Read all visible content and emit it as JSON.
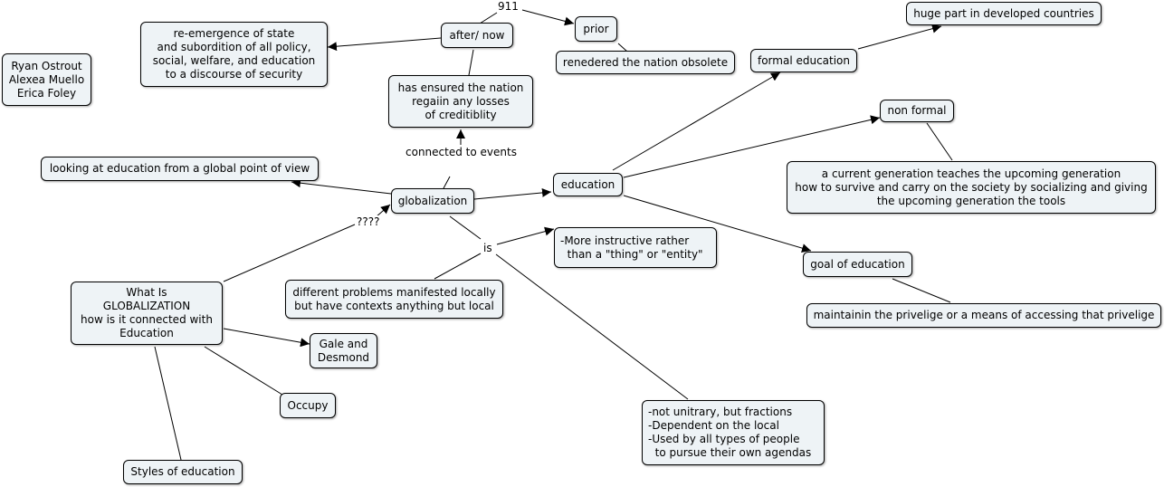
{
  "nodes": {
    "authors": [
      "Ryan Ostrout",
      "Alexea Muello",
      "Erica Foley"
    ],
    "reemergence": [
      "re-emergence of state",
      "and subordition of all policy,",
      "social, welfare, and education",
      "to a discourse of security"
    ],
    "after_now": [
      "after/ now"
    ],
    "prior": [
      "prior"
    ],
    "obsolete": [
      "renedered the nation obsolete"
    ],
    "ensured": [
      "has ensured the nation",
      "regaiin any losses",
      "of creditiblity"
    ],
    "huge_part": [
      "huge part in developed countries"
    ],
    "formal_education": [
      "formal education"
    ],
    "non_formal": [
      "non formal"
    ],
    "current_generation": [
      "a current generation teaches the upcoming generation",
      "how to survive and carry on the society by socializing and giving",
      "the upcoming generation the tools"
    ],
    "global_view": [
      "looking at education from a global point of view"
    ],
    "globalization": [
      "globalization"
    ],
    "education": [
      "education"
    ],
    "instructive": [
      "-More instructive rather",
      "  than a \"thing\" or \"entity\""
    ],
    "goal": [
      "goal of education"
    ],
    "privilege": [
      "maintainin the privelige or a means of accessing that privelige"
    ],
    "what_is": [
      "What Is",
      "GLOBALIZATION",
      "how is it connected with",
      "Education"
    ],
    "problems": [
      "different problems manifested locally",
      "but have contexts anything but local"
    ],
    "gale": [
      "Gale and",
      "Desmond"
    ],
    "occupy": [
      "Occupy"
    ],
    "fractions": [
      "-not unitrary, but fractions",
      "-Dependent on the local",
      "-Used by all types of people",
      "  to pursue their own agendas"
    ],
    "styles": [
      "Styles of education"
    ]
  },
  "link_labels": {
    "nine_eleven": "911",
    "connected": "connected to events",
    "is": "is",
    "question": "????"
  }
}
